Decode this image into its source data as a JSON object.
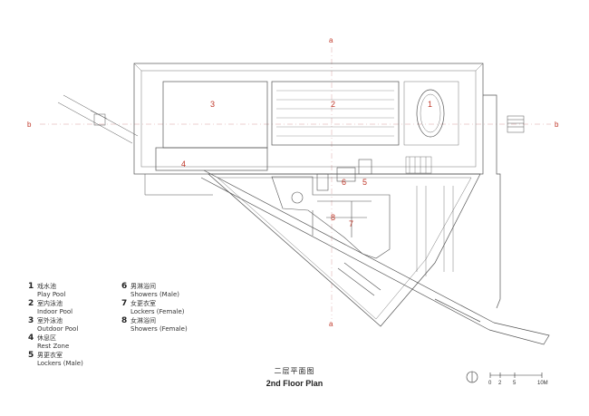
{
  "section_marks": {
    "a_top": "a",
    "a_bottom": "a",
    "b_left": "b",
    "b_right": "b"
  },
  "rooms": {
    "r1": "1",
    "r2": "2",
    "r3": "3",
    "r4": "4",
    "r5": "5",
    "r6": "6",
    "r7": "7",
    "r8": "8"
  },
  "legend": [
    {
      "num": "1",
      "cn": "戏水池",
      "en": "Play Pool"
    },
    {
      "num": "2",
      "cn": "室内泳池",
      "en": "Indoor Pool"
    },
    {
      "num": "3",
      "cn": "室外泳池",
      "en": "Outdoor Pool"
    },
    {
      "num": "4",
      "cn": "休息区",
      "en": "Rest Zone"
    },
    {
      "num": "5",
      "cn": "男更衣室",
      "en": "Lockers (Male)"
    },
    {
      "num": "6",
      "cn": "男淋浴间",
      "en": "Showers (Male)"
    },
    {
      "num": "7",
      "cn": "女更衣室",
      "en": "Lockers (Female)"
    },
    {
      "num": "8",
      "cn": "女淋浴间",
      "en": "Showers (Female)"
    }
  ],
  "title_cn": "二层平面图",
  "title_en": "2nd Floor Plan",
  "scale": {
    "l0": "0",
    "l2": "2",
    "l5": "5",
    "l10": "10M"
  },
  "colors": {
    "line": "#555555",
    "accent": "#c0392b",
    "axis": "#d8a0a0"
  }
}
